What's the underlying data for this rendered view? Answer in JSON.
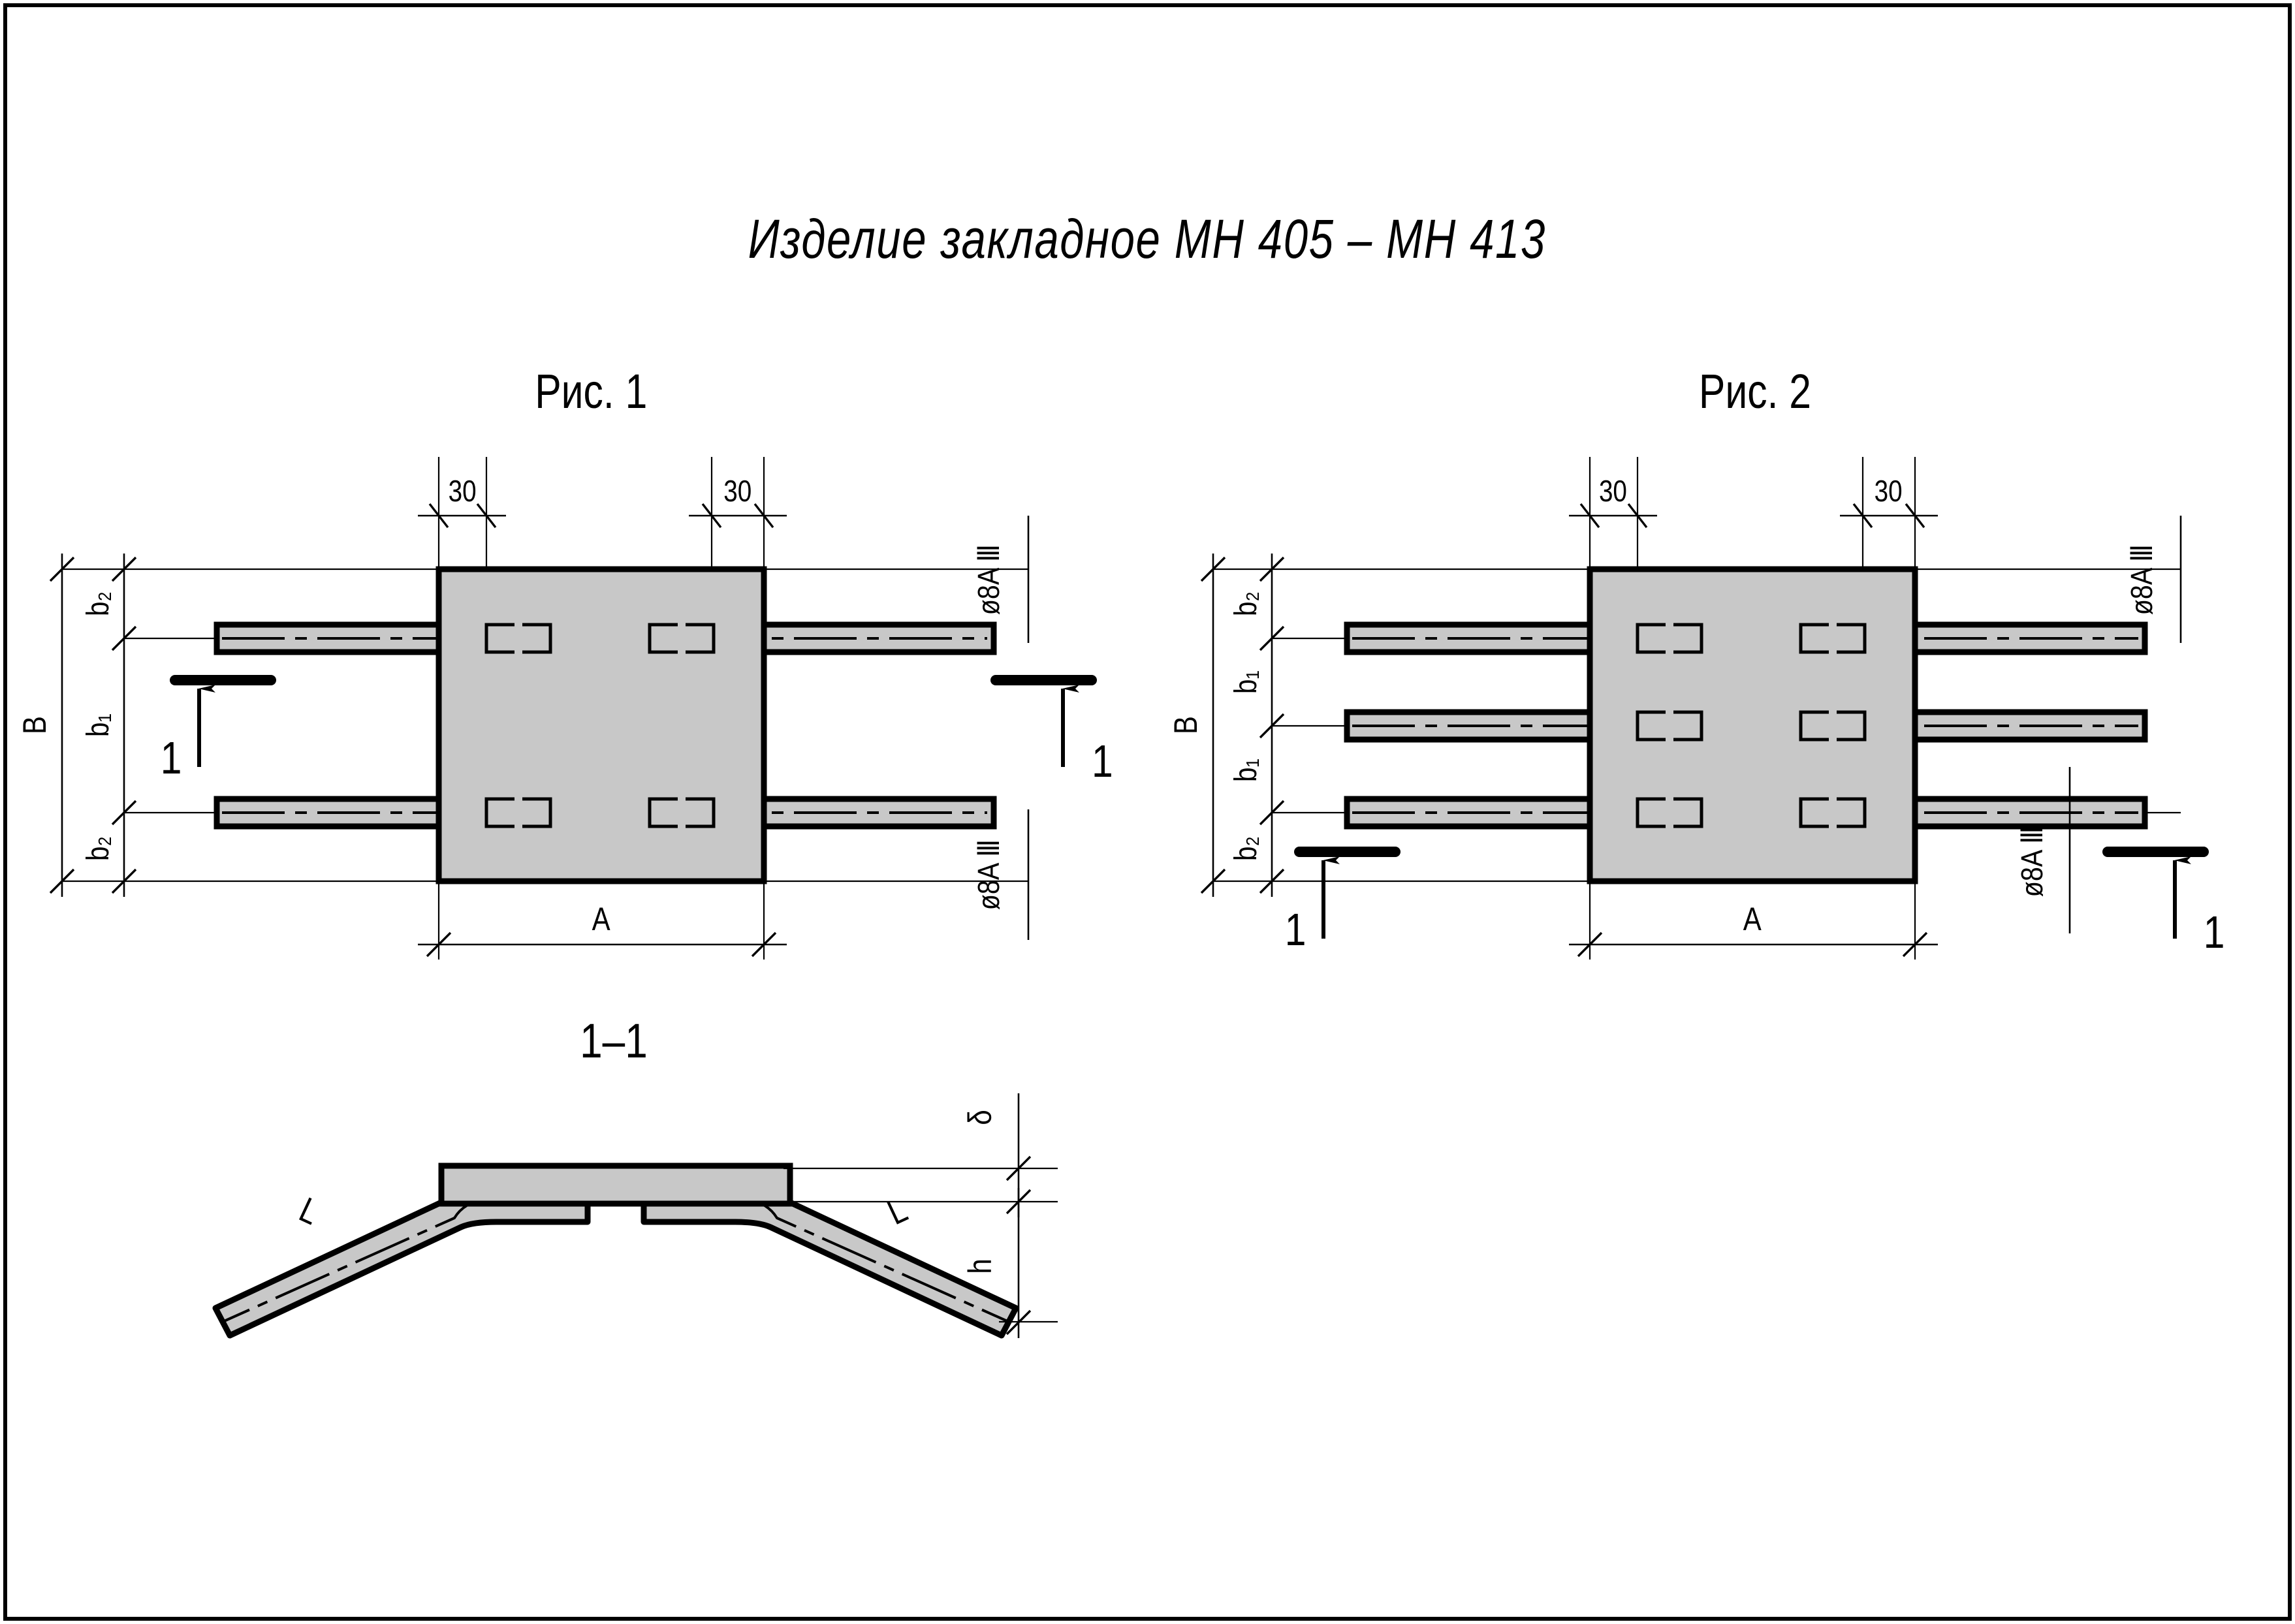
{
  "sheet": {
    "title": "Изделие закладное МН 405 – МН 413",
    "border_color": "#000000",
    "background": "#ffffff"
  },
  "colors": {
    "line": "#000000",
    "plate_fill": "#c8c8c8",
    "rebar_fill": "#c8c8c8",
    "weld_fill": "#333333"
  },
  "figures": [
    {
      "id": "fig1",
      "label": "Рис. 1",
      "rebar_count": 2,
      "dimensions": {
        "overall_vertical": "B",
        "vertical_segments": [
          "b₂",
          "b₁",
          "b₂"
        ],
        "horizontal_overall": "A",
        "edge_offsets": [
          "30",
          "30"
        ]
      },
      "annotations": {
        "rebar_spec_top": "ø8A Ⅲ",
        "rebar_spec_bottom": "ø8A Ⅲ",
        "section_mark_left": "1",
        "section_mark_right": "1"
      }
    },
    {
      "id": "fig2",
      "label": "Рис. 2",
      "rebar_count": 3,
      "dimensions": {
        "overall_vertical": "B",
        "vertical_segments": [
          "b₂",
          "b₁",
          "b₁",
          "b₂"
        ],
        "horizontal_overall": "A",
        "edge_offsets": [
          "30",
          "30"
        ]
      },
      "annotations": {
        "rebar_spec_top": "ø8A Ⅲ",
        "rebar_spec_bottom": "ø8A Ⅲ",
        "section_mark_left": "1",
        "section_mark_right": "1"
      }
    }
  ],
  "section": {
    "label": "1–1",
    "dimensions": {
      "plate_thickness": "δ",
      "anchor_depth": "h",
      "leg_left": "L",
      "leg_right": "L"
    }
  }
}
